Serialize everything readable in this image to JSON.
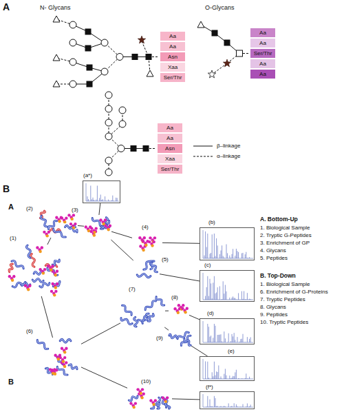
{
  "diagram": {
    "nodes": [
      {
        "text": [
          "Aa"
        ]
      },
      {
        "text": [
          "Aa"
        ]
      },
      {
        "text": [
          "Asn"
        ]
      },
      {
        "text": [
          "Xaa"
        ]
      },
      {
        "text": [
          "Ser/Thr"
        ]
      },
      {
        "text": [
          "Aa"
        ]
      },
      {
        "text": [
          "Aa"
        ]
      },
      {
        "text": [
          "Ser/Thr"
        ]
      },
      {
        "text": [
          "Aa"
        ]
      },
      {
        "text": [
          "Aa"
        ]
      },
      {
        "text": [
          "Aa"
        ]
      },
      {
        "text": [
          "Aa"
        ]
      },
      {
        "text": [
          "Asn"
        ]
      },
      {
        "text": [
          "Xaa"
        ]
      },
      {
        "text": [
          "Ser/Thr"
        ]
      },
      {
        "text": [
          "(1)"
        ]
      },
      {
        "text": [
          "(2)"
        ]
      },
      {
        "text": [
          "(3)"
        ]
      },
      {
        "text": [
          "(a*)"
        ]
      },
      {
        "text": [
          "(4)"
        ]
      },
      {
        "text": [
          "(5)"
        ]
      },
      {
        "text": [
          "(b)"
        ]
      },
      {
        "text": [
          "(c)"
        ]
      },
      {
        "text": [
          "(6)"
        ]
      },
      {
        "text": [
          "(7)"
        ]
      },
      {
        "text": [
          "(8)"
        ]
      },
      {
        "text": [
          "(9)"
        ]
      },
      {
        "text": [
          "(d)"
        ]
      },
      {
        "text": [
          "(e)"
        ]
      },
      {
        "text": [
          "(10)"
        ]
      },
      {
        "text": [
          "(f*)"
        ]
      }
    ],
    "edges": [
      {
        "from": 15,
        "to": 16,
        "arrow": "none"
      },
      {
        "from": 15,
        "to": 23,
        "arrow": "none"
      },
      {
        "from": 16,
        "to": 17,
        "arrow": "none"
      },
      {
        "from": 17,
        "to": 18,
        "arrow": "none"
      },
      {
        "from": 17,
        "to": 19,
        "arrow": "none"
      },
      {
        "from": 17,
        "to": 20,
        "arrow": "none"
      },
      {
        "from": 19,
        "to": 21,
        "arrow": "none"
      },
      {
        "from": 20,
        "to": 22,
        "arrow": "none"
      },
      {
        "from": 23,
        "to": 24,
        "arrow": "none"
      },
      {
        "from": 23,
        "to": 29,
        "arrow": "none"
      },
      {
        "from": 24,
        "to": 25,
        "arrow": "none"
      },
      {
        "from": 24,
        "to": 26,
        "arrow": "none"
      },
      {
        "from": 25,
        "to": 27,
        "arrow": "none"
      },
      {
        "from": 26,
        "to": 28,
        "arrow": "none"
      },
      {
        "from": 29,
        "to": 30,
        "arrow": "none"
      }
    ],
    "labels": [
      "A",
      "N- Glycans",
      "O-Glycans",
      "B",
      "A",
      "B",
      "A. Bottom-Up",
      "1. Biological Sample",
      "2. Tryptic G-Peptides",
      "3. Enrichment of GP",
      "4. Glycans",
      "5. Peptides",
      "B. Top-Down",
      "1. Biological Sample",
      "6. Enrichment of G-Proteins",
      "7. Tryptic Peptides",
      "8. Glycans",
      "9. Peptides",
      "10. Tryptic Peptides"
    ],
    "legend": [
      {
        "text": "β–linkage"
      },
      {
        "text": "α–linkage"
      }
    ]
  }
}
